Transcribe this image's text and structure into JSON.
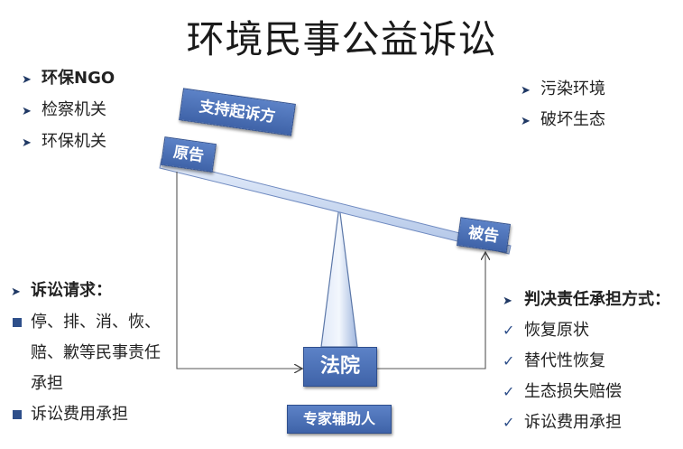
{
  "title": "环境民事公益诉讼",
  "plaintiffs": [
    "环保NGO",
    "检察机关",
    "环保机关"
  ],
  "violations": [
    "污染环境",
    "破坏生态"
  ],
  "labels": {
    "support": "支持起诉方",
    "plaintiff": "原告",
    "defendant": "被告",
    "court": "法院",
    "expert": "专家辅助人"
  },
  "claims": {
    "heading": "诉讼请求：",
    "items": [
      "停、排、消、恢、赔、歉等民事责任承担",
      "诉讼费用承担"
    ]
  },
  "judgment": {
    "heading": "判决责任承担方式：",
    "items": [
      "恢复原状",
      "替代性恢复",
      "生态损失赔偿",
      "诉讼费用承担"
    ]
  },
  "colors": {
    "tag": "#4a6fb5",
    "beam": "#c9d9f0",
    "line": "#555555"
  }
}
